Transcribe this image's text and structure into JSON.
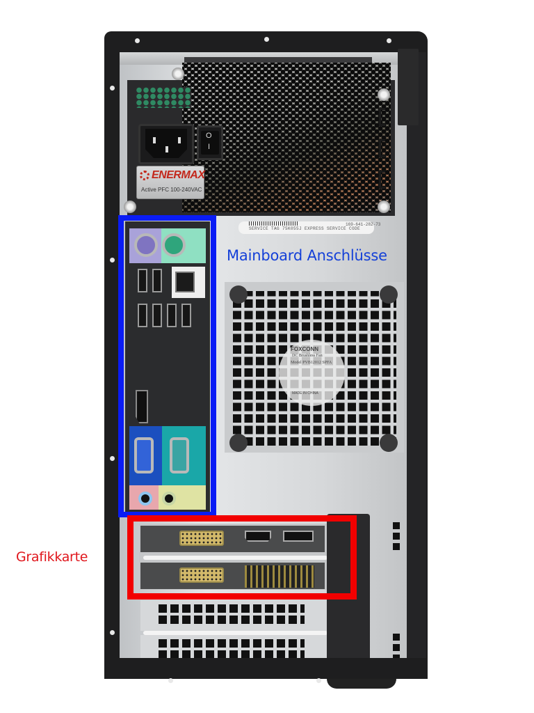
{
  "annotations": {
    "mainboard": {
      "label": "Mainboard Anschlüsse",
      "color": "#0a1cf5",
      "text_color": "#1440d8"
    },
    "graphics_card": {
      "label": "Grafikkarte",
      "color": "#f20000",
      "text_color": "#e0161c"
    }
  },
  "psu": {
    "brand": "ENERMAX",
    "rating": "Active PFC 100-240VAC",
    "switch": {
      "off_symbol": "O",
      "on_symbol": "I"
    }
  },
  "service_tag": {
    "label": "SERVICE TAG  75K055J  EXPRESS SERVICE CODE",
    "express_code": "169-641-282-73"
  },
  "fan_label": {
    "brand": "FOXCONN",
    "type": "DC Brushless Fan",
    "model": "Model PVB12012 SPFA",
    "origin": "MADE IN CHINA"
  },
  "io_ports": [
    {
      "name": "ps2-keyboard",
      "color": "#7f74c1"
    },
    {
      "name": "ps2-mouse",
      "color": "#2fa57c"
    },
    {
      "name": "usb",
      "count": 6
    },
    {
      "name": "ethernet"
    },
    {
      "name": "displayport"
    },
    {
      "name": "vga",
      "color": "#3263d8"
    },
    {
      "name": "serial",
      "color": "#3aa4a3"
    },
    {
      "name": "audio-line-in"
    },
    {
      "name": "audio-line-out"
    }
  ],
  "gpu_ports": [
    {
      "card": 1,
      "ports": [
        "DVI",
        "HDMI",
        "DisplayPort"
      ]
    },
    {
      "card": 2,
      "ports": [
        "DVI"
      ]
    }
  ]
}
